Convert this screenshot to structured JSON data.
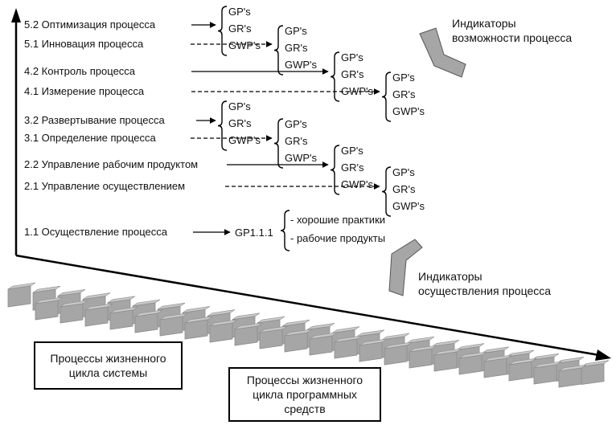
{
  "levels": [
    {
      "id": "5.2",
      "label": "5.2 Оптимизация процесса"
    },
    {
      "id": "5.1",
      "label": "5.1 Инновация процесса"
    },
    {
      "id": "4.2",
      "label": "4.2 Контроль процесса"
    },
    {
      "id": "4.1",
      "label": "4.1 Измерение процесса"
    },
    {
      "id": "3.2",
      "label": "3.2 Развертывание процесса"
    },
    {
      "id": "3.1",
      "label": "3.1 Определение процесса"
    },
    {
      "id": "2.2",
      "label": "2.2 Управление рабочим продуктом"
    },
    {
      "id": "2.1",
      "label": "2.1 Управление осуществлением"
    },
    {
      "id": "1.1",
      "label": "1.1 Осуществление процесса"
    }
  ],
  "group_items": [
    "GP's",
    "GR's",
    "GWP's"
  ],
  "base_practice": {
    "code": "GP1.1.1",
    "items": [
      "- хорошие практики",
      "- рабочие продукты"
    ]
  },
  "capability_indicators_label": "Индикаторы возможности процесса",
  "capability_indicators_lines": [
    "Индикаторы",
    "возможности процесса"
  ],
  "performance_indicators_lines": [
    "Индикаторы",
    "осуществления процесса"
  ],
  "system_box_lines": [
    "Процессы жизненного",
    "цикла системы"
  ],
  "software_box_lines": [
    "Процессы жизненного",
    "цикла программных",
    "средств"
  ],
  "colors": {
    "line": "#000000",
    "block_fill": "#a6a6a6",
    "block_edge": "#8c8c8c",
    "chevron_fill": "#a6a6a6"
  }
}
